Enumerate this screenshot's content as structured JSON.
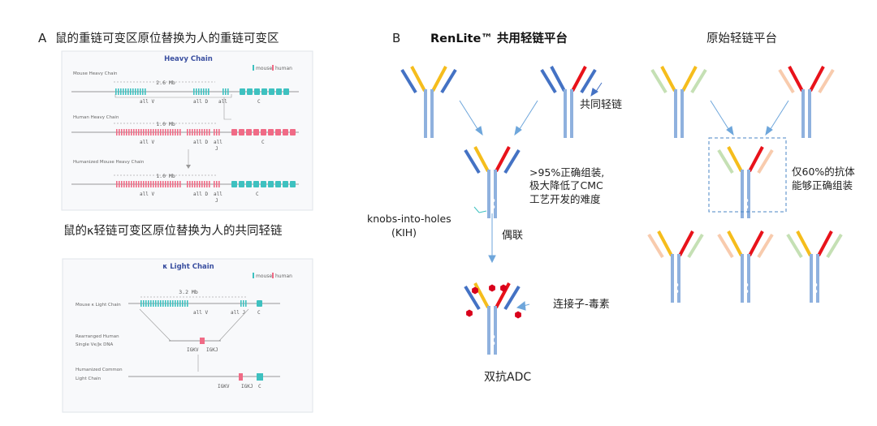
{
  "colors": {
    "heavy": "#8fb1de",
    "blue_light": "#4472c4",
    "yellow": "#f5bd1c",
    "red": "#e8121a",
    "green_light": "#c5e0b4",
    "peach": "#f8cbad",
    "teal": "#3ec1c0",
    "pink": "#f06b86",
    "arrow": "#6ea6db",
    "payload": "#d9001b",
    "dashed": "#4a86c5"
  },
  "panel_a": {
    "letter": "A",
    "title_heavy": "鼠的重链可变区原位替换为人的重链可变区",
    "title_light": "鼠的κ轻链可变区原位替换为人的共同轻链",
    "heavy_chain": {
      "title": "Heavy Chain",
      "legend_mouse": "mouse",
      "legend_human": "human",
      "row1_label": "Mouse Heavy Chain",
      "row1_size": "2.6 Mb",
      "row2_label": "Human Heavy Chain",
      "row2_size": "1.0 Mb",
      "row3_label": "Humanized Mouse Heavy Chain",
      "row3_size": "1.0 Mb",
      "seg_vh": "all V",
      "seg_dh": "all D",
      "seg_jh": "all",
      "seg_jh2": "J",
      "seg_c": "C",
      "sub_h": "H"
    },
    "light_chain": {
      "title": "κ Light Chain",
      "legend_mouse": "mouse",
      "legend_human": "human",
      "row1_label": "Mouse κ Light Chain",
      "row1_size": "3.2 Mb",
      "seg_vk": "all V",
      "seg_jk": "all J",
      "seg_ck": "C",
      "sub_k": "κ",
      "row2_label_1": "Rearranged Human",
      "row2_label_2": "Single Vκ/Jκ DNA",
      "row2_igkv": "IGKV",
      "row2_igkj": "IGKJ",
      "row3_label_1": "Humanized Common",
      "row3_label_2": "Light Chain",
      "row3_igkv": "IGKV",
      "row3_igkj": "IGKJ",
      "row3_ck": "C"
    }
  },
  "panel_b": {
    "letter": "B",
    "title": "RenLite™ 共用轻链平台",
    "label_common_lc": "共同轻链",
    "label_assembly_1": ">95%正确组装,",
    "label_assembly_2": "极大降低了CMC",
    "label_assembly_3": "工艺开发的难度",
    "label_kih_1": "knobs-into-holes",
    "label_kih_2": "(KIH)",
    "label_conjugate": "偶联",
    "label_linker": "连接子-毒素",
    "label_adc": "双抗ADC"
  },
  "panel_c": {
    "title": "原始轻链平台",
    "label_only_1": "仅60%的抗体",
    "label_only_2": "能够正确组装"
  }
}
